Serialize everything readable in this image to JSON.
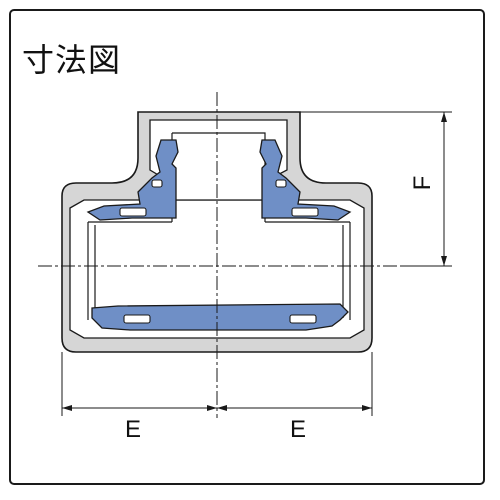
{
  "title": "寸法図",
  "dimensions": {
    "e_left": "E",
    "e_right": "E",
    "f": "F"
  },
  "colors": {
    "body": "#d6d6d6",
    "insert": "#6f8fc6",
    "line": "#1a1a1a",
    "inner": "#ffffff"
  }
}
